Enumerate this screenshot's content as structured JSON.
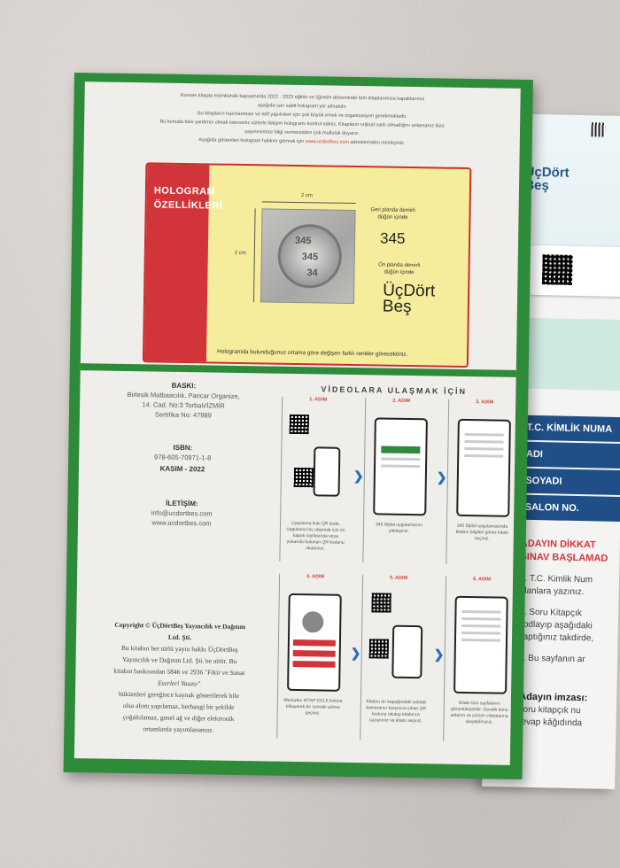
{
  "notice": {
    "lines": [
      "Konsen kitapta mümkünde kapsamında 2022 - 2023 eğitim ve öğretim döneminde tüm kitaplarımıza kapaklarımız",
      "aşağıda sarı sabit hologram yer almalıdır.",
      "Bu kitapların hazırlanması ve telif yapılırken için çok büyük emek ve organizasyon gerekmektedir.",
      "Bu konuda bize yardımcı olmak isterseniz sizlerle iletişim hologramı kontrol ediniz. Kitapların orijinal satılı olmadığını anlarsanız bize",
      "yayınevimize bilgi vermenizden çok mutluluk duyarız.",
      "Aşağıda gösterilen hologram hakkını görmek için"
    ],
    "link": "www.ucdortbes.com",
    "link_suffix": "adreslerinden inceleyiniz."
  },
  "hologram": {
    "label_line1": "HOLOGRAM",
    "label_line2": "ÖZELLİKLERİ",
    "width_dim": "2 cm",
    "height_dim": "2 cm",
    "circle_digits": [
      "345",
      "345",
      "34"
    ],
    "number_caption": "Geri planda demirli düğün içinde",
    "number": "345",
    "logo_caption": "Ön planda demirli düğün içinde",
    "logo_line1": "ÜçDört",
    "logo_line2": "Beş",
    "footer": "Hologramda bulunduğunuz ortama göre değişen farklı renkler görecektiniz."
  },
  "print_info": {
    "baski_title": "BASKI:",
    "baski_lines": [
      "Birlesik Matbaacılık, Pancar Organize,",
      "14. Cad. No:3 Torbalı/İZMİR"
    ],
    "sertifika": "Sertifika No: 47989",
    "isbn_title": "ISBN:",
    "isbn": "978-605-70971-1-8",
    "date": "KASIM - 2022",
    "contact_title": "İLETİŞİM:",
    "email": "info@ucdortbes.com",
    "website": "www.ucdortbes.com"
  },
  "copyright": {
    "line1": "Copyright © ÜçDörtBeş Yayıncılık ve Dağıtım",
    "line2": "Ltd. Şti.",
    "line3": "Bu kitabın her türlü yayın hakkı ÜçDörtBeş",
    "line4": "Yayıncılık ve Dağıtım Ltd. Şti.'ne aittir. Bu",
    "line5": "kitabın baskısından 5846 ve 2936 \"Fikir ve Sanat",
    "line6": "Eserleri Yasası\"",
    "line7": "hükümleri gereğince kaynak gösterilerek bile",
    "line8": "olsa alıntı yapılamaz, herhangi bir şekilde",
    "line9": "çoğaltılamaz, genel ağ ve diğer elektronik",
    "line10": "ortamlarda yayımlanamaz."
  },
  "videos": {
    "title": "VİDEOLARA ULAŞMAK İÇİN",
    "steps": [
      {
        "num": "1. ADIM",
        "caption": "Uygulama linki QR kodu. Uygulama hiç ulaşmak için ön kapak sayfasında veya yukarıda bulunan QR kodunu okutunuz."
      },
      {
        "num": "2. ADIM",
        "caption": "345 Dijital uygulamasını yükleyiniz."
      },
      {
        "num": "3. ADIM",
        "caption": "345 Dijital uygulamasında kitabın bilgileri giriniz kitabı seçiniz."
      },
      {
        "num": "4. ADIM",
        "caption": "Menüden KİTAP EKLE linkine tıklayarak bir sonraki adıma geçiniz."
      },
      {
        "num": "5. ADIM",
        "caption": "Kitabın ön kapağındaki soldaki kameranın karşısına çıkan QR kodunu okutup kitabınızı kazanınız ve kitabı seçiniz."
      },
      {
        "num": "6. ADIM",
        "caption": "Kitabı tüm sayfalarını görüntüleyebilir. Gerekli konu anlatım ve çözüm videolarına ulaşabilirsiniz."
      }
    ]
  },
  "right_page": {
    "logo_line1": "ÜçDört",
    "logo_line2": "Beş",
    "rows": [
      "T.C. KİMLİK NUMA",
      "ADI",
      "SOYADI",
      "SALON NO."
    ],
    "warn_title1": "ADAYIN DİKKAT",
    "warn_title2": "SINAV BAŞLAMAD",
    "items": [
      "1. T.C. Kimlik Num",
      "alanlara yazınız.",
      "2. Soru Kitapçık",
      "kodlayıp aşağıdaki",
      "yaptığınız takdirde,",
      "3. Bu sayfanın ar"
    ],
    "sign": "Adayın imzası:",
    "sign_note1": "Soru kitapçık nu",
    "sign_note2": "cevap kâğıdında"
  }
}
